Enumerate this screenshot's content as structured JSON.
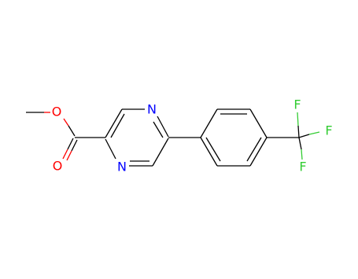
{
  "molecule": {
    "atoms": {
      "o_ether": "O",
      "o_carbonyl": "O",
      "n_top": "N",
      "n_bottom": "N",
      "f_top": "F",
      "f_right": "F",
      "f_bottom": "F"
    },
    "colors": {
      "bond": "#000000",
      "oxygen": "#ff0000",
      "nitrogen": "#0000ff",
      "fluorine": "#33cc33"
    }
  }
}
